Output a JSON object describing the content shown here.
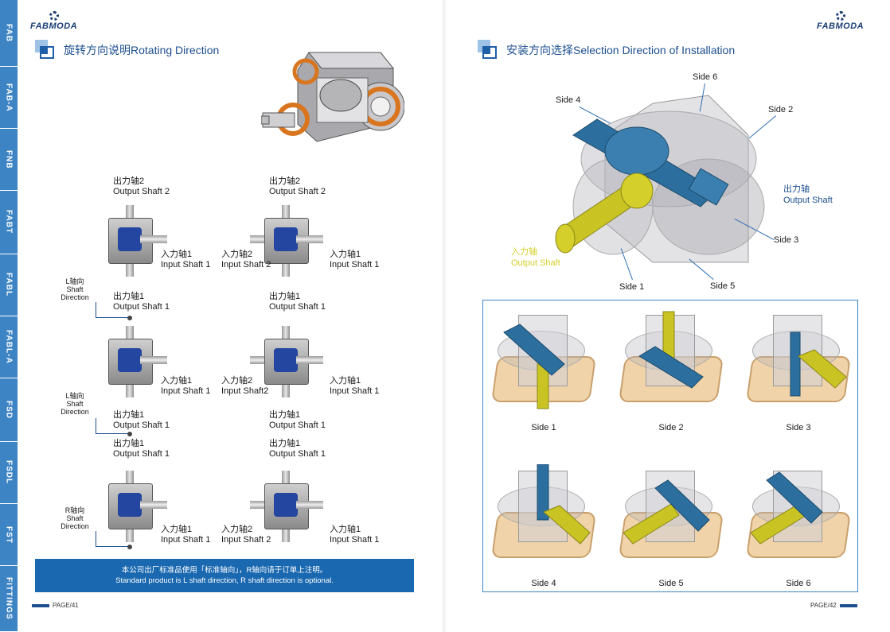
{
  "sidebar_tabs": [
    "FAB",
    "FAB-A",
    "FNB",
    "FABT",
    "FABL",
    "FABL-A",
    "FSD",
    "FSDL",
    "FST",
    "FITTINGS"
  ],
  "brand": "FABMODA",
  "left": {
    "title": "旋转方向说明Rotating Direction",
    "output_shaft2_cn": "出力轴2",
    "output_shaft2_en": "Output Shaft 2",
    "output_shaft1_cn": "出力轴1",
    "output_shaft1_en": "Output Shaft 1",
    "input_shaft1_cn": "入力轴1",
    "input_shaft1_en": "Input Shaft 1",
    "input_shaft2_cn": "入力轴2",
    "input_shaft2_en": "Input Shaft 2",
    "input_shaft2_en_alt": "Input Shaft2",
    "l_axis_cn": "L轴向",
    "r_axis_cn": "R轴向",
    "shaft_word": "Shaft",
    "direction_word": "Direction",
    "note_cn": "本公司出厂标准品使用「标准轴向」，R轴向请于订单上注明。",
    "note_en": "Standard product is L shaft direction, R shaft direction is optional.",
    "page": "PAGE/41"
  },
  "right": {
    "title": "安装方向选择Selection Direction of Installation",
    "sides": [
      "Side 1",
      "Side 2",
      "Side 3",
      "Side 4",
      "Side 5",
      "Side 6"
    ],
    "output_shaft_cn": "出力轴",
    "output_shaft_en": "Output Shaft",
    "input_shaft_cn": "入力轴",
    "input_shaft_en": "Output Shaft",
    "page": "PAGE/42"
  },
  "colors": {
    "blue": "#1a68b0",
    "tab": "#3d84c4",
    "yellow": "#d4cf2a",
    "shaft_blue": "#2c6f9e"
  }
}
